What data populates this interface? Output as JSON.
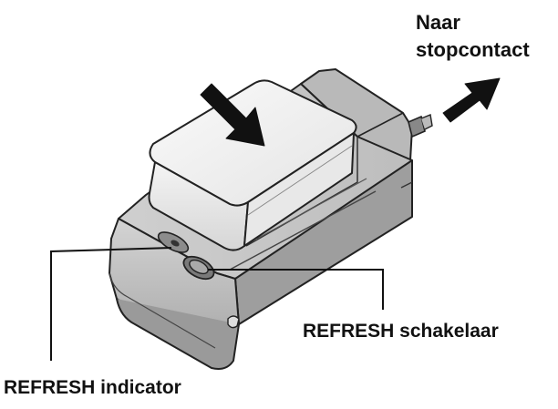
{
  "labels": {
    "outlet_line1": "Naar",
    "outlet_line2": "stopcontact",
    "refresh_switch": "REFRESH schakelaar",
    "refresh_indicator": "REFRESH indicator"
  },
  "icons": {
    "insert_arrow": "arrow-down-right-icon",
    "outlet_arrow": "arrow-up-right-icon"
  }
}
